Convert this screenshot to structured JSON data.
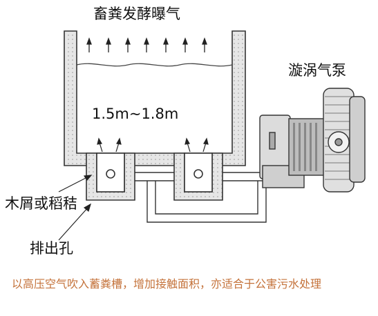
{
  "diagram": {
    "top_label": "畜粪发酵曝气",
    "pump_label": "漩涡气泵",
    "depth_label": "1.5m~1.8m",
    "sawdust_label": "木屑或稻秸",
    "drain_label": "排出孔"
  },
  "caption": "以高压空气吹入蓄粪槽，增加接触面积，亦适合于公害污水处理",
  "colors": {
    "caption": "#c4723a",
    "line": "#333333",
    "wall_fill": "#e6e6e6"
  }
}
